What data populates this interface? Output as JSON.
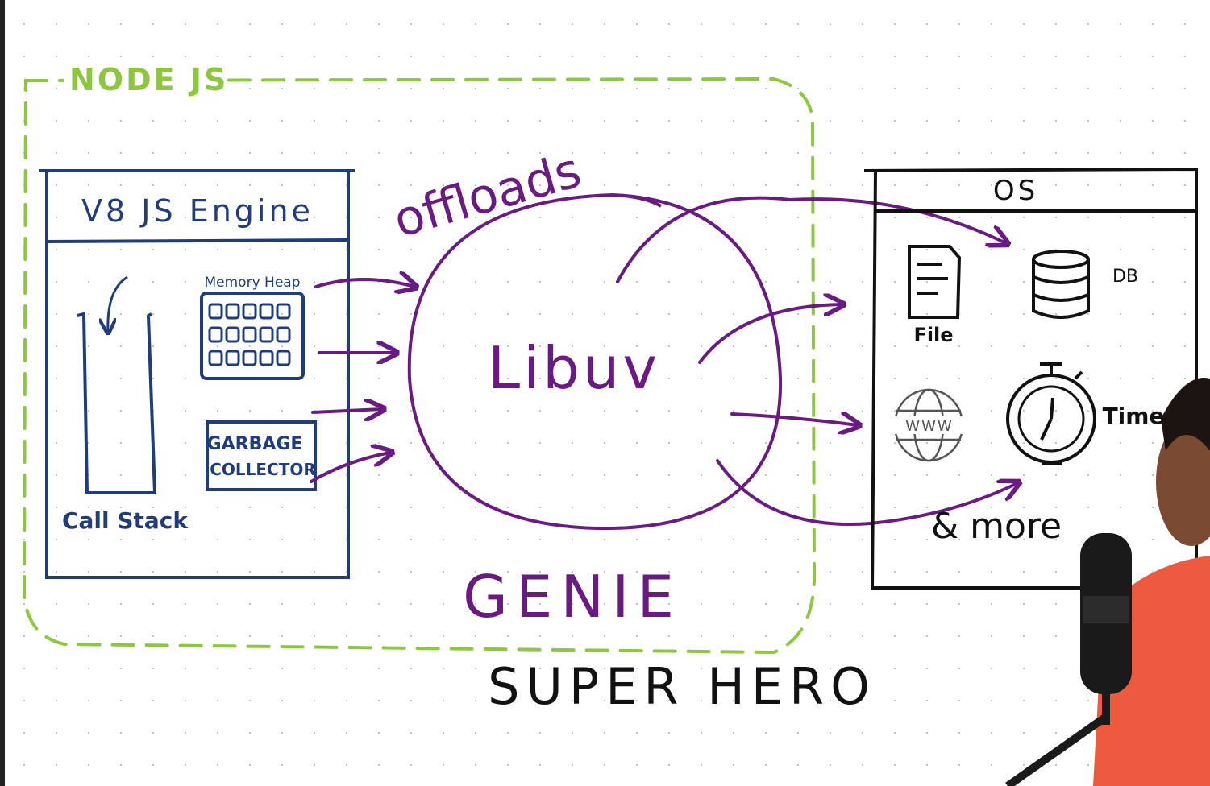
{
  "title": "NODE JS",
  "v8": {
    "title": "V8 JS Engine",
    "memory_heap": "Memory Heap",
    "garbage_collector": [
      "GARBAGE",
      "COLLECTOR"
    ],
    "call_stack": "Call Stack"
  },
  "libuv": {
    "name": "Libuv",
    "offloads": "offloads"
  },
  "os": {
    "title": "OS",
    "file": "File",
    "db": "DB",
    "www": "WWW",
    "timer": "Time",
    "more": "& more"
  },
  "caption": {
    "line1": "GENIE",
    "line2": "SUPER HERO"
  },
  "colors": {
    "node_border": "#8dc63f",
    "v8_ink": "#1f3d7a",
    "libuv_ink": "#6a1b82",
    "black_ink": "#111111"
  }
}
